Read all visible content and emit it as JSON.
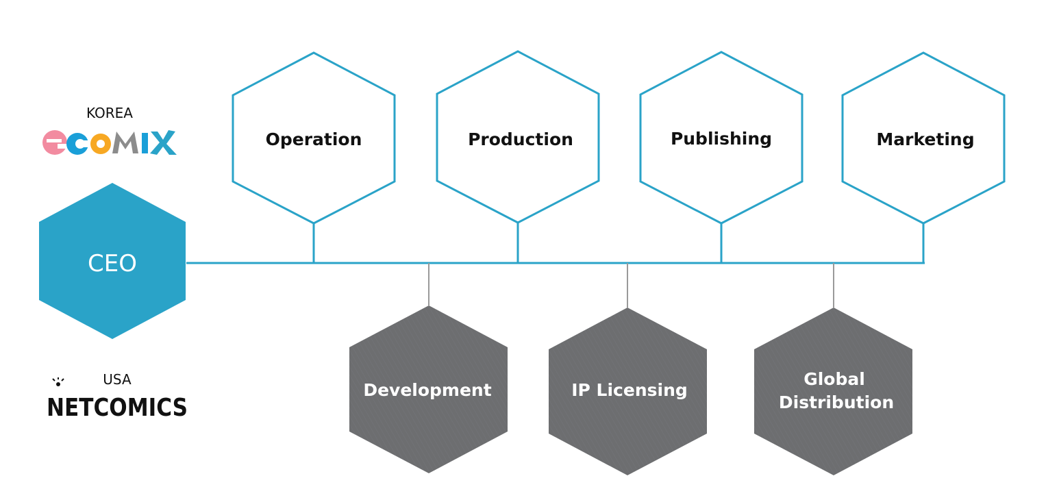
{
  "logos": {
    "korea": {
      "country": "KOREA",
      "brand": "ecomix"
    },
    "usa": {
      "country": "USA",
      "brand": "NETCOMICS"
    }
  },
  "ceo": {
    "label": "CEO"
  },
  "departments_top": [
    {
      "label": "Operation"
    },
    {
      "label": "Production"
    },
    {
      "label": "Publishing"
    },
    {
      "label": "Marketing"
    }
  ],
  "departments_bottom": [
    {
      "lines": [
        "Development"
      ]
    },
    {
      "lines": [
        "IP Licensing"
      ]
    },
    {
      "lines": [
        "Global",
        "Distribution"
      ]
    }
  ],
  "colors": {
    "accent": "#2aa3c8",
    "ceo_fill": "#2aa3c8",
    "bottom_fill": "#6d6e70",
    "connector_gray": "#9a9a9a",
    "ecomix": [
      "#f28ba0",
      "#1a9fd8",
      "#f7a823",
      "#8c8c8c",
      "#1a9fd8",
      "#2aa3c8"
    ]
  }
}
